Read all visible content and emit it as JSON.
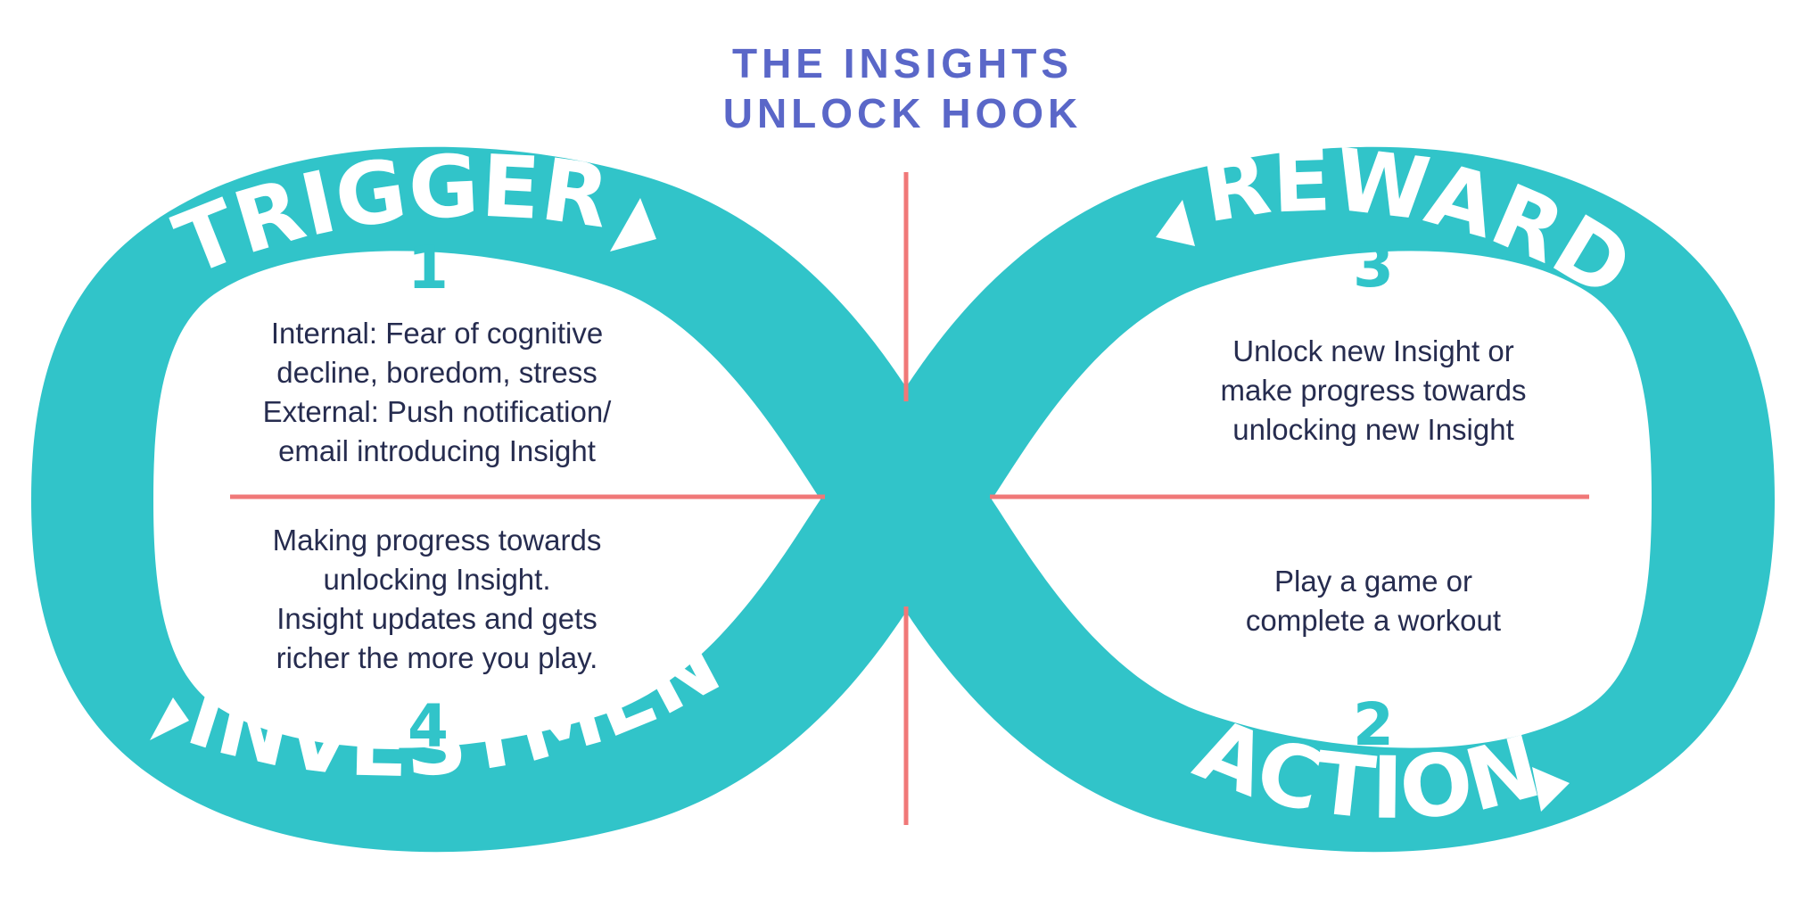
{
  "title": {
    "line1": "THE INSIGHTS",
    "line2": "UNLOCK HOOK"
  },
  "colors": {
    "loop": "#31c4c9",
    "title": "#5a67c8",
    "divider": "#f07878",
    "text": "#262c4f",
    "label": "#ffffff"
  },
  "stages": {
    "trigger": {
      "label": "TRIGGER",
      "number": "1",
      "lines": [
        "Internal: Fear of cognitive",
        "decline, boredom, stress",
        "External: Push notification/",
        "email introducing Insight"
      ]
    },
    "action": {
      "label": "ACTION",
      "number": "2",
      "lines": [
        "Play a game or",
        "complete a workout"
      ]
    },
    "reward": {
      "label": "REWARD",
      "number": "3",
      "lines": [
        "Unlock new Insight or",
        "make progress towards",
        "unlocking new Insight"
      ]
    },
    "investment": {
      "label": "INVESTMENT",
      "number": "4",
      "lines": [
        "Making progress towards",
        "unlocking Insight.",
        "Insight updates and gets",
        "richer the more you play."
      ]
    }
  },
  "icons": {
    "arrows": [
      "triangle-arrow-icon"
    ]
  }
}
